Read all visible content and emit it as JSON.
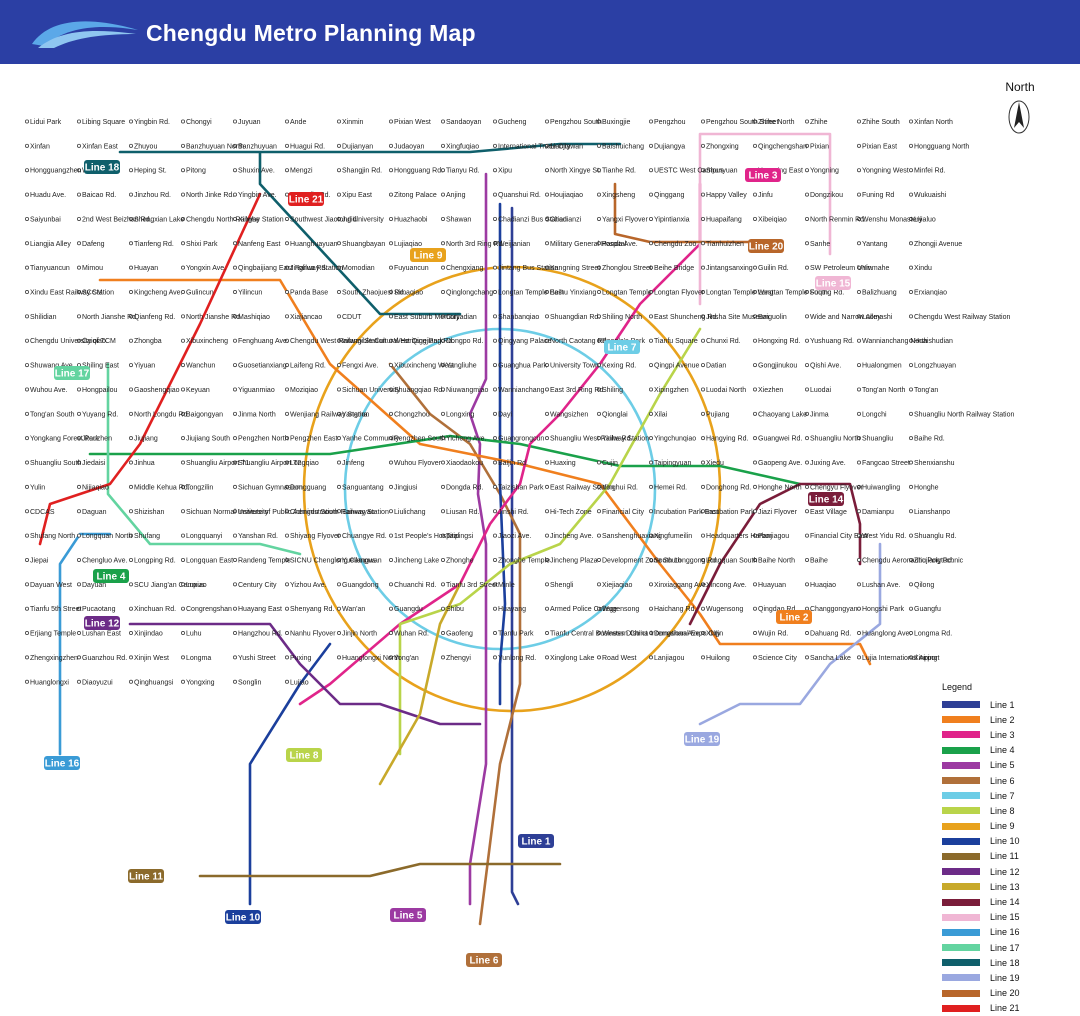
{
  "header": {
    "title": "Chengdu Metro Planning Map"
  },
  "compass": {
    "label": "North"
  },
  "legend": {
    "title": "Legend",
    "items": [
      {
        "label": "Line 1",
        "color": "#2e3f96"
      },
      {
        "label": "Line 2",
        "color": "#f07f1e"
      },
      {
        "label": "Line 3",
        "color": "#e0248a"
      },
      {
        "label": "Line 4",
        "color": "#1aa14a"
      },
      {
        "label": "Line 5",
        "color": "#9c3aa2"
      },
      {
        "label": "Line 6",
        "color": "#b0703a"
      },
      {
        "label": "Line 7",
        "color": "#6dcde6"
      },
      {
        "label": "Line 8",
        "color": "#b9d44a"
      },
      {
        "label": "Line 9",
        "color": "#e8a21c"
      },
      {
        "label": "Line 10",
        "color": "#1b3f9c"
      },
      {
        "label": "Line 11",
        "color": "#8b6a2b"
      },
      {
        "label": "Line 12",
        "color": "#6c2b87"
      },
      {
        "label": "Line 13",
        "color": "#c8a92a"
      },
      {
        "label": "Line 14",
        "color": "#7a1d3a"
      },
      {
        "label": "Line 15",
        "color": "#f0b6d4"
      },
      {
        "label": "Line 16",
        "color": "#3a9bd6"
      },
      {
        "label": "Line 17",
        "color": "#63d4a0"
      },
      {
        "label": "Line 18",
        "color": "#0f5f6b"
      },
      {
        "label": "Line 19",
        "color": "#9aa8e0"
      },
      {
        "label": "Line 20",
        "color": "#b8662a"
      },
      {
        "label": "Line 21",
        "color": "#e02020"
      }
    ]
  },
  "badges": [
    {
      "label": "Line 18",
      "color": "#0f5f6b"
    },
    {
      "label": "Line 21",
      "color": "#e02020"
    },
    {
      "label": "Line 9",
      "color": "#e8a21c"
    },
    {
      "label": "Line 3",
      "color": "#e0248a"
    },
    {
      "label": "Line 20",
      "color": "#b8662a"
    },
    {
      "label": "Line 15",
      "color": "#f0b6d4"
    },
    {
      "label": "Line 17",
      "color": "#63d4a0"
    },
    {
      "label": "Line 7",
      "color": "#6dcde6"
    },
    {
      "label": "Line 14",
      "color": "#7a1d3a"
    },
    {
      "label": "Line 4",
      "color": "#1aa14a"
    },
    {
      "label": "Line 12",
      "color": "#6c2b87"
    },
    {
      "label": "Line 2",
      "color": "#f07f1e"
    },
    {
      "label": "Line 19",
      "color": "#9aa8e0"
    },
    {
      "label": "Line 16",
      "color": "#3a9bd6"
    },
    {
      "label": "Line 8",
      "color": "#b9d44a"
    },
    {
      "label": "Line 1",
      "color": "#2e3f96"
    },
    {
      "label": "Line 11",
      "color": "#8b6a2b"
    },
    {
      "label": "Line 10",
      "color": "#1b3f9c"
    },
    {
      "label": "Line 5",
      "color": "#9c3aa2"
    },
    {
      "label": "Line 6",
      "color": "#b0703a"
    }
  ],
  "stations": [
    "Lidui Park",
    "Libing Square",
    "Yingbin Rd.",
    "Chongyi",
    "Juyuan",
    "Ande",
    "Xinmin",
    "Pixian West",
    "Sandaoyan",
    "Gucheng",
    "Pengzhou South",
    "Buxingjie",
    "Pengzhou",
    "Pengzhou South Street",
    "Zhihe North",
    "Zhihe",
    "Zhihe South",
    "Xinfan North",
    "Xinfan",
    "Xinfan East",
    "Zhuyou",
    "Banzhuyuan North",
    "Banzhuyuan",
    "Huagui Rd.",
    "Dujianyan",
    "Judaoyan",
    "Xingfuqiao",
    "International Trade City",
    "Liaojiawan",
    "Baishuichang",
    "Dujiangya",
    "Zhongxing",
    "Qingchengshan",
    "Pixian",
    "Pixian East",
    "Hongguang North",
    "Hongguangzhen",
    "Wangcongci",
    "Heping St.",
    "Pitong",
    "Shuxin Ave.",
    "Mengzi",
    "Shangjin Rd.",
    "Hongguang Rd.",
    "Tianyu Rd.",
    "Xipu",
    "North Xingye St.",
    "Tianhe Rd.",
    "UESTC West Campus",
    "Shunyuan",
    "Yongning East",
    "Yongning",
    "Yongning West",
    "Minfei Rd.",
    "Huadu Ave.",
    "Baicao Rd.",
    "Jinzhou Rd.",
    "North Jinke Rd.",
    "Yingbin Ave.",
    "Huangjin Rd.",
    "Xipu East",
    "Zitong Palace",
    "Anjing",
    "Quanshui Rd.",
    "Houjiaqiao",
    "Xingsheng",
    "Qinggang",
    "Happy Valley",
    "Jinfu",
    "Dongzikou",
    "Funing Rd",
    "Wukuaishi",
    "Saiyunbai",
    "2nd West Beizhan Rd.",
    "Shengxian Lake",
    "Chengdu North Railway Station",
    "Xinghe",
    "Southwest Jiaotong University",
    "Julidi",
    "Huazhaobi",
    "Shawan",
    "Chadianzi Bus Station",
    "Chadianzi",
    "Yangxi Flyover",
    "Yipintianxia",
    "Huapaifang",
    "Xibeiqiao",
    "North Renmin Rd.",
    "Wenshu Monastery",
    "Lijialuo",
    "Liangjia Alley",
    "Dafeng",
    "Tianfeng Rd.",
    "Shixi Park",
    "Nanfeng East",
    "Huanghuayuan",
    "Shuangbayan",
    "Lujiaqiao",
    "North 3rd Ring Rd.",
    "Weijianian",
    "Military General Hospital",
    "Panda Ave.",
    "Chengdu Zoo",
    "Tianhuizhen",
    "Huilong",
    "Sanhe",
    "Yantang",
    "Zhongji Avenue",
    "Tianyuancun",
    "Mimou",
    "Huayan",
    "Yongxin Ave.",
    "Qingbaijiang East Railway Station",
    "Jinghua Rd.",
    "Momodian",
    "Fuyuancun",
    "Chengxiang",
    "Jintang Bus Station",
    "Kangning Street",
    "Zhonglou Street",
    "Beihe Bridge",
    "Jintangsanxing",
    "Guilin Rd.",
    "SW Petroleum Univ.",
    "Yinmahe",
    "Xindu",
    "Xindu East Railway Station",
    "SCCM",
    "Kingcheng Ave.",
    "Gulincun",
    "Yilincun",
    "Panda Base",
    "South Zhaojuesi Rd.",
    "Simaqiao",
    "Qinglongchang",
    "Longtan Temple East",
    "Beihu Yinxiang",
    "Longtan Temple",
    "Longtan Flyover",
    "Longtan Temple West",
    "Longtan Temple South",
    "Fuqing Rd.",
    "Balizhuang",
    "Erxianqiao",
    "Shilidian",
    "North Jianshe Rd.",
    "Qianfeng Rd.",
    "North Jianshe Rd.",
    "Mashiqiao",
    "Xiajiancao",
    "CDUT",
    "East Suburb Memory",
    "Cuijiadian",
    "Shanbanqiao",
    "Shuangdian Rd.",
    "Shiling North",
    "East Shuncheng Rd.",
    "Jinsha Site Museum",
    "Baiguolin",
    "Wide and Narrow Alley",
    "Luomashi",
    "Chengdu West Railway Station",
    "Chengdu University of TCM",
    "Caiqiao",
    "Zhongba",
    "Xibuxincheng",
    "Fenghuang Ave.",
    "Chengdu West Railway Station",
    "Intangible Cultural Heritage Park",
    "West Qingjiang Rd.",
    "Dongpo Rd.",
    "Qingyang Palace",
    "North Caotang Rd.",
    "People's Park",
    "Tianfu Square",
    "Chunxi Rd.",
    "Hongxing Rd.",
    "Yushuang Rd.",
    "Wannianchang North",
    "Huaishudian",
    "Shuwang Ave.",
    "Shiling East",
    "Yiyuan",
    "Wanchun",
    "Guosetianxiang",
    "Laifeng Rd.",
    "Fengxi Ave.",
    "Xibuxincheng West",
    "Yangliuhe",
    "Guanghua Park",
    "University Town",
    "Kexing Rd.",
    "Qingpi Avenue",
    "Datian",
    "Gongjinukou",
    "Qishi Ave.",
    "Hualongmen",
    "Longzhuayan",
    "Wuhou Ave.",
    "Hongpailou",
    "Gaoshengqiao",
    "Keyuan",
    "Yiguanmiao",
    "Moziqiao",
    "Sichuan University",
    "Shuangqiao Rd.",
    "Niuwangmiao",
    "Wannianchang",
    "East 3rd Ring Rd.",
    "Shiling",
    "Xipingzhen",
    "Luodai North",
    "Xiezhen",
    "Luodai",
    "Tong'an North",
    "Tong'an",
    "Tong'an South",
    "Yuyang Rd.",
    "North Longdu Rd.",
    "Baigongyan",
    "Jinma North",
    "Wenjiang Railway Station",
    "Yangma",
    "Chongzhou",
    "Longxing",
    "Dayi",
    "Wangsizhen",
    "Qionglai",
    "Xilai",
    "Pujiang",
    "Chaoyang Lake",
    "Jinma",
    "Longchi",
    "Shuangliu North Railway Station",
    "Yongkang Forest Park",
    "Jitouzhen",
    "Jiujiang",
    "Jiujiang South",
    "Pengzhen North",
    "Pengzhen East",
    "Yanhe Community",
    "Pengzhen South",
    "Yicheng Ave.",
    "Guangrongcun",
    "Shuangliu West Railway Station",
    "Yinhe Rd.",
    "Yingchunqiao",
    "Hangying Rd.",
    "Guangwei Rd.",
    "Shuangliu North",
    "Shuangliu",
    "Baihe Rd.",
    "Shuangliu South",
    "Jiedaisi",
    "Jinhua",
    "Shuangliu Airport T1",
    "Shuangliu Airport T2",
    "Longqiao",
    "Jinfeng",
    "Wuhou Flyover",
    "Xiaodaokou",
    "Baijin Rd.",
    "Huaxing",
    "Cujin",
    "Taipingyuan",
    "Xiedu",
    "Gaopeng Ave.",
    "Juxing Ave.",
    "Fangcao Street",
    "Shenxianshu",
    "Yulin",
    "Nijiaqiao",
    "Middle Kehua Rd.",
    "Tongzilin",
    "Sichuan Gymnasium",
    "Dongguang",
    "Sanguantang",
    "Jingjusi",
    "Dongda Rd.",
    "Taizishan Park",
    "East Railway Station",
    "Yinghui Rd.",
    "Hemei Rd.",
    "Donghong Rd.",
    "Honghe North",
    "Chengyu Flyover",
    "Huiwangling",
    "Honghe",
    "CDCAS",
    "Daguan",
    "Shizishan",
    "Sichuan Normal University",
    "Institute of Public Administration",
    "Chengdu South Railway Station",
    "Sanwayao",
    "Liulichang",
    "Liusan Rd.",
    "Jinshi Rd.",
    "Hi-Tech Zone",
    "Financial City",
    "Incubation Park East",
    "Incubation Park",
    "Jiazi Flyover",
    "East Village",
    "Damianpu",
    "Lianshanpo",
    "Shufang North",
    "Longquan North",
    "Shufang",
    "Longquanyi",
    "Yanshan Rd.",
    "Shiyang Flyover",
    "Chuangye Rd.",
    "1st People's Hospital",
    "Taipingsi",
    "Jiaozi Ave.",
    "Jincheng Ave.",
    "Sanshenghuaxiang",
    "Xingfumeilin",
    "Headquarters Harbor",
    "Panjiagou",
    "Financial City East",
    "West Yidu Rd.",
    "Shuanglu Rd.",
    "Jiepai",
    "Chengluo Ave.",
    "Longping Rd.",
    "Longquan East",
    "Randeng Temple",
    "SICNU Chenglong Campus",
    "Yuellangwan",
    "Jincheng Lake",
    "Zhonghe",
    "Zhonghe Temple",
    "Jincheng Plaza",
    "Development Zone South",
    "South Longgong Rd.",
    "Longquan South",
    "Baihe North",
    "Baihe",
    "Chengdu Aeronautic Polytechnic",
    "Zhujiang Rd.",
    "Dayuan West",
    "Dayuan",
    "SCU Jiang'an Campus",
    "Luxiao",
    "Century City",
    "Yizhou Ave.",
    "Guangdong",
    "Chuanchi Rd.",
    "Tianfu 3rd Street",
    "Minle",
    "Shengli",
    "Xiejiaqiao",
    "Xinxiaggang Ave.",
    "Xincong Ave.",
    "Huayuan",
    "Huaqiao",
    "Lushan Ave.",
    "Qilong",
    "Tianfu 5th Street",
    "Pucaotang",
    "Xinchuan Rd.",
    "Congrengshan",
    "Huayang East",
    "Shenyang Rd.",
    "Wan'an",
    "Guangdu",
    "Shibu",
    "Huayang",
    "Armed Police College",
    "Wugensong",
    "Haichang Rd.",
    "Wugensong",
    "Qingdao Rd.",
    "Changgongyan",
    "Hongshi Park",
    "Guangfu",
    "Erjiang Temple",
    "Lushan East",
    "Xinjindao",
    "Luhu",
    "Hangzhou Rd.",
    "Nanhu Flyover",
    "Jinjin North",
    "Wuhan Rd.",
    "Gaofeng",
    "Tianfu Park",
    "Tianfu Central Business District",
    "Western China International Expo City",
    "Dongshan Ave.",
    "Xinjin",
    "Wujin Rd.",
    "Dahuang Rd.",
    "Huanglong Ave.",
    "Longma Rd.",
    "Zhengxingzhen",
    "Guanzhou Rd.",
    "Xinjin West",
    "Longma",
    "Yushi Street",
    "Puxing",
    "Huanglongxi North",
    "Yong'an",
    "Zhengyi",
    "Yunlong Rd.",
    "Xinglong Lake",
    "Road West",
    "Lanjiagou",
    "Huilong",
    "Science City",
    "Sancha Lake",
    "Lujia International Airport",
    "Xinping",
    "Huanglongxi",
    "Diaoyuzui",
    "Qinghuangsi",
    "Yongxing",
    "Songlin",
    "Lujiao"
  ]
}
